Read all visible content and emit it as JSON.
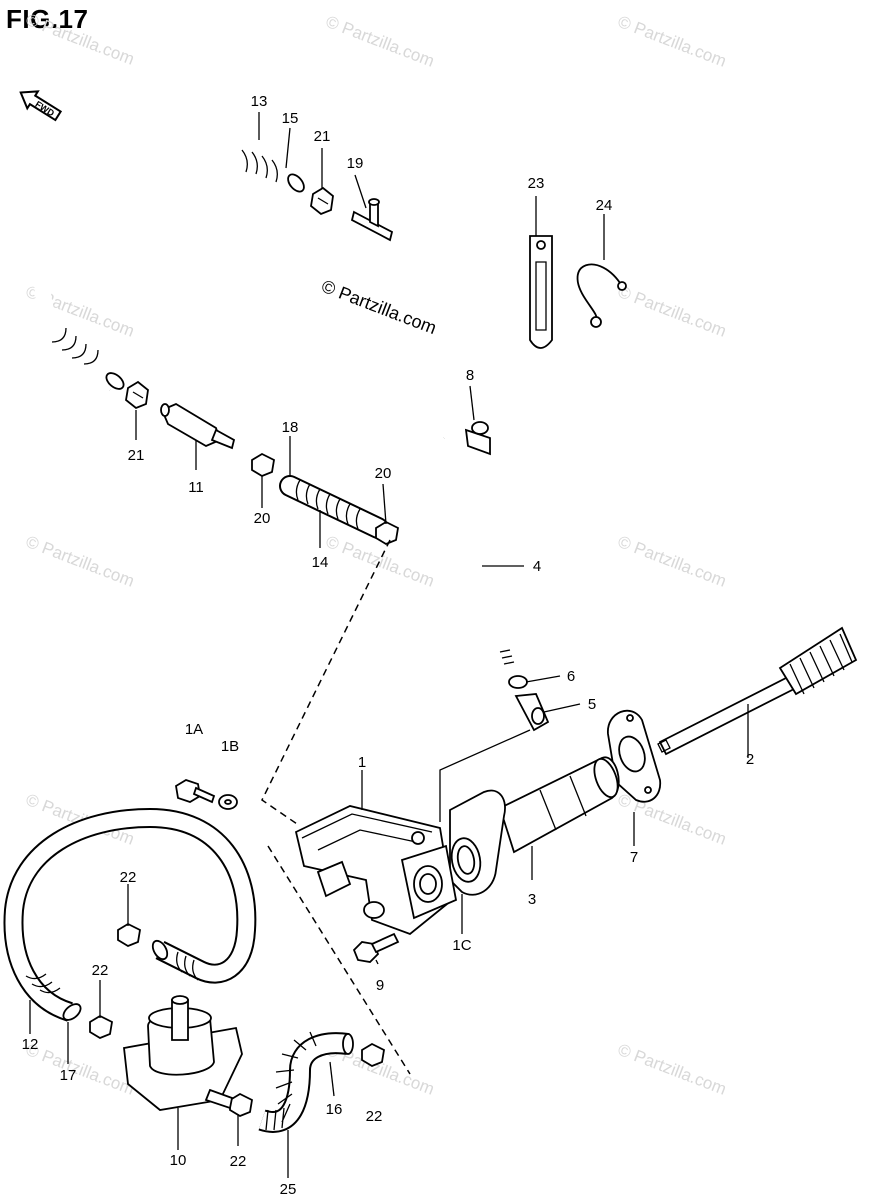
{
  "figure": {
    "title": "FIG.17",
    "direction_marker": "FWD",
    "copyright": "© Partzilla.com",
    "watermark": "© Partzilla.com"
  },
  "callouts": {
    "p1": "1",
    "p1A": "1A",
    "p1B": "1B",
    "p1C": "1C",
    "p2": "2",
    "p3": "3",
    "p4": "4",
    "p5": "5",
    "p6": "6",
    "p7": "7",
    "p8": "8",
    "p9": "9",
    "p10": "10",
    "p11": "11",
    "p12": "12",
    "p13": "13",
    "p14": "14",
    "p15": "15",
    "p16": "16",
    "p17": "17",
    "p18": "18",
    "p19": "19",
    "p20a": "20",
    "p20b": "20",
    "p21a": "21",
    "p21b": "21",
    "p22a": "22",
    "p22b": "22",
    "p22c": "22",
    "p22d": "22",
    "p23": "23",
    "p24": "24",
    "p25": "25"
  }
}
